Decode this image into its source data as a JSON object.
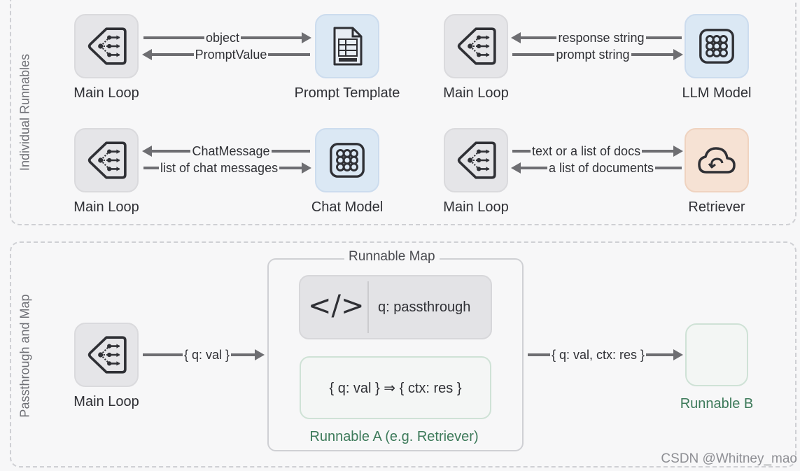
{
  "sections": {
    "top_label": "Individual Runnables",
    "bottom_label": "Passthrough and Map"
  },
  "row1_left": {
    "main_label": "Main Loop",
    "target_label": "Prompt Template",
    "arrow_top": "object",
    "arrow_bottom": "PromptValue"
  },
  "row1_right": {
    "main_label": "Main Loop",
    "target_label": "LLM Model",
    "arrow_top": "response string",
    "arrow_bottom": "prompt string"
  },
  "row2_left": {
    "main_label": "Main Loop",
    "target_label": "Chat Model",
    "arrow_top": "ChatMessage",
    "arrow_bottom": "list of chat messages"
  },
  "row2_right": {
    "main_label": "Main Loop",
    "target_label": "Retriever",
    "arrow_top": "text or a list of docs",
    "arrow_bottom": "a list of documents"
  },
  "passthrough": {
    "main_label": "Main Loop",
    "input_arrow": "{ q: val }",
    "map_title": "Runnable Map",
    "code_symbol": "</>",
    "passthrough_text": "q: passthrough",
    "runnable_a_text": "{ q: val } ⇒ { ctx: res }",
    "runnable_a_label": "Runnable A (e.g. Retriever)",
    "output_arrow": "{ q: val, ctx: res }",
    "runnable_b_label": "Runnable B"
  },
  "watermark": "CSDN @Whitney_mao",
  "colors": {
    "blue_tile": "#dbe8f4",
    "peach_tile": "#f6e2d4",
    "green_accent": "#3d7a5a"
  }
}
